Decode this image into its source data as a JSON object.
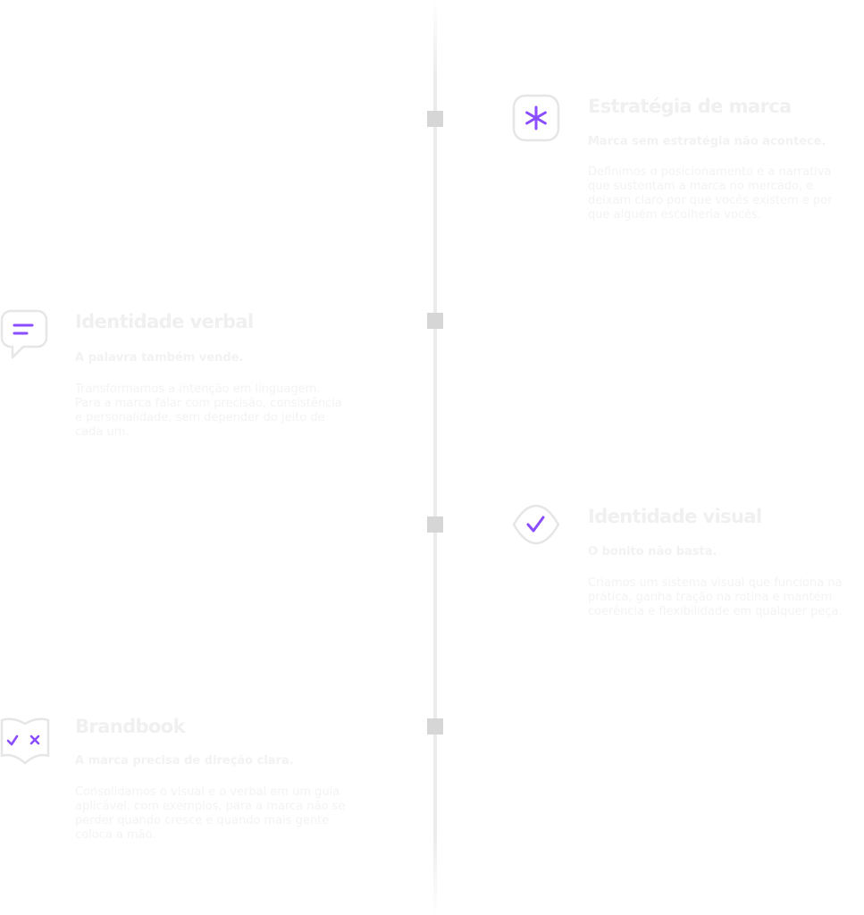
{
  "colors": {
    "accent": "#8a4dff",
    "icon_outline": "#e6e6e6",
    "timeline": "#ebebeb",
    "marker": "#d6d6d6",
    "text_faint": "#f0f0f0"
  },
  "items": [
    {
      "icon": "asterisk-icon",
      "title": "Estratégia de marca",
      "subtitle": "Marca sem estratégia não acontece.",
      "description": "Definimos o posicionamento e a narrativa que sustentam a marca no mercado, e deixam claro por que vocês existem e por que alguém escolheria vocês."
    },
    {
      "icon": "chat-bubble-icon",
      "title": "Identidade verbal",
      "subtitle": "A palavra também vende.",
      "description": "Transformamos a intenção em linguagem. Para a marca falar com precisão, consistência e personalidade, sem depender do jeito de cada um."
    },
    {
      "icon": "check-eye-icon",
      "title": "Identidade visual",
      "subtitle": "O bonito não basta.",
      "description": "Criamos um sistema visual que funciona na prática, ganha tração na rotina e mantém coerência e flexibilidade em qualquer peça."
    },
    {
      "icon": "open-book-icon",
      "title": "Brandbook",
      "subtitle": "A marca precisa de direção clara.",
      "description": "Consolidamos o visual e o verbal em um guia aplicável, com exemplos, para a marca não se perder quando cresce e quando mais gente coloca a mão."
    }
  ]
}
